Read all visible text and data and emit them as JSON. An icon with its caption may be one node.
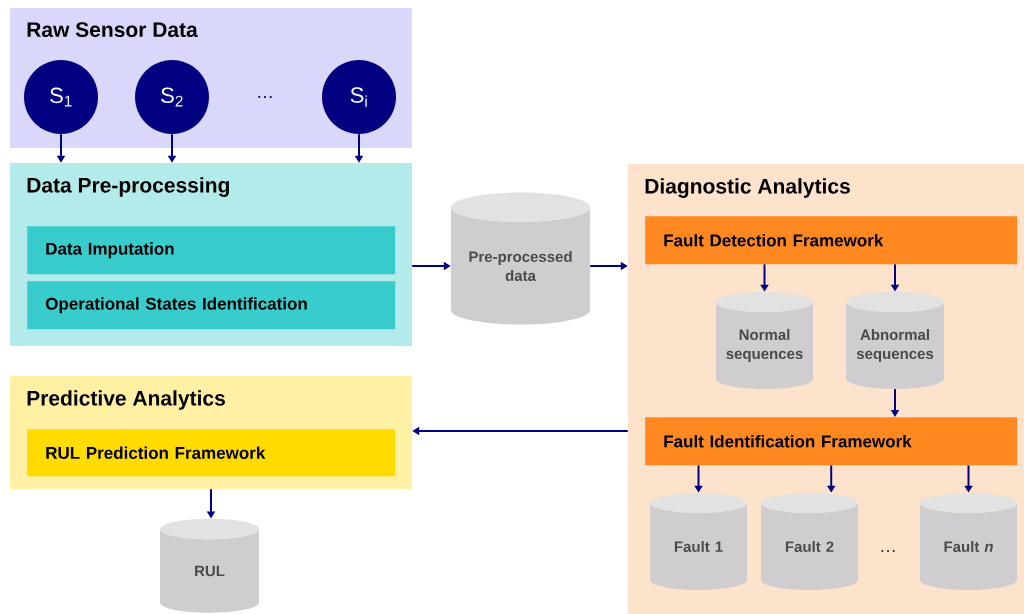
{
  "diagram": {
    "nodes": [
      {
        "text": [
          "Raw Sensor Data"
        ]
      },
      {
        "text": [
          "S$_{1}$"
        ],
        "in": 0
      },
      {
        "text": [
          "S$_{2}$"
        ],
        "in": 0
      },
      {
        "text": [
          "S$_{i}$"
        ],
        "in": 0
      },
      {
        "text": [
          "Data Pre-processing"
        ]
      },
      {
        "text": [
          "Data Imputation"
        ],
        "in": 4
      },
      {
        "text": [
          "Operational States Identification"
        ],
        "in": 4
      },
      {
        "text": [
          "Pre-processed data"
        ]
      },
      {
        "text": [
          "Diagnostic Analytics"
        ]
      },
      {
        "text": [
          "Fault Detection Framework"
        ],
        "in": 8
      },
      {
        "text": [
          "Normal sequences"
        ],
        "in": 8
      },
      {
        "text": [
          "Abnormal sequences"
        ],
        "in": 8
      },
      {
        "text": [
          "Fault Identification Framework"
        ],
        "in": 8
      },
      {
        "text": [
          "Fault 1"
        ],
        "in": 8
      },
      {
        "text": [
          "Fault 2"
        ],
        "in": 8
      },
      {
        "text": [
          "Fault *n*"
        ],
        "in": 8
      },
      {
        "text": [
          "Predictive Analytics"
        ]
      },
      {
        "text": [
          "RUL Prediction Framework"
        ],
        "in": 16
      },
      {
        "text": [
          "RUL"
        ]
      }
    ],
    "edges": [
      {
        "from": 1,
        "to": 4,
        "arrow": "to"
      },
      {
        "from": 2,
        "to": 4,
        "arrow": "to"
      },
      {
        "from": 3,
        "to": 4,
        "arrow": "to"
      },
      {
        "from": 4,
        "to": 7,
        "arrow": "to"
      },
      {
        "from": 7,
        "to": 8,
        "arrow": "to"
      },
      {
        "from": 9,
        "to": 10,
        "arrow": "to"
      },
      {
        "from": 9,
        "to": 11,
        "arrow": "to"
      },
      {
        "from": 11,
        "to": 12,
        "arrow": "to"
      },
      {
        "from": 12,
        "to": 13,
        "arrow": "to"
      },
      {
        "from": 12,
        "to": 14,
        "arrow": "to"
      },
      {
        "from": 12,
        "to": 15,
        "arrow": "to"
      },
      {
        "from": 8,
        "to": 16,
        "arrow": "to"
      },
      {
        "from": 16,
        "to": 18,
        "arrow": "to"
      }
    ],
    "labels": [
      "…",
      "…"
    ]
  }
}
